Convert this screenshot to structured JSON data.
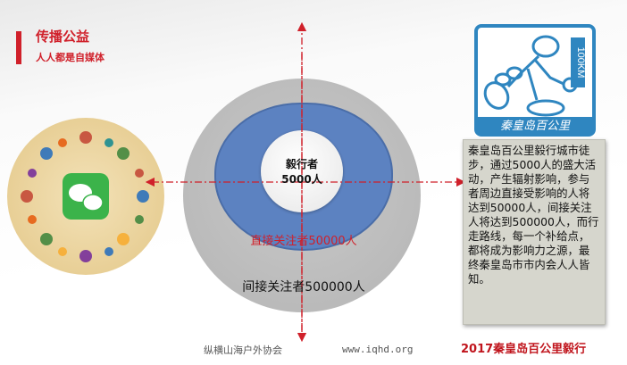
{
  "header": {
    "title": "传播公益",
    "subtitle": "人人都是自媒体"
  },
  "diagram": {
    "center_line1": "毅行者",
    "center_line2": "5000人",
    "direct": "直接关注者50000人",
    "indirect": "间接关注者500000人"
  },
  "logo": {
    "text": "秦皇岛百公里",
    "badge": "100KM"
  },
  "description": "秦皇岛百公里毅行城市徒步，通过5000人的盛大活动，产生辐射影响，参与者周边直接受影响的人将达到50000人，间接关注人将达到500000人，而行走路线，每一个补给点，都将成为影响力之源，最终秦皇岛市市内会人人皆知。",
  "footer": {
    "org": "纵横山海户外协会",
    "url": "www.iqhd.org",
    "event": "2017秦皇岛百公里毅行"
  },
  "colors": {
    "accent": "#d0202a",
    "blue": "#5c82c1",
    "logo_blue": "#2f86c0"
  }
}
